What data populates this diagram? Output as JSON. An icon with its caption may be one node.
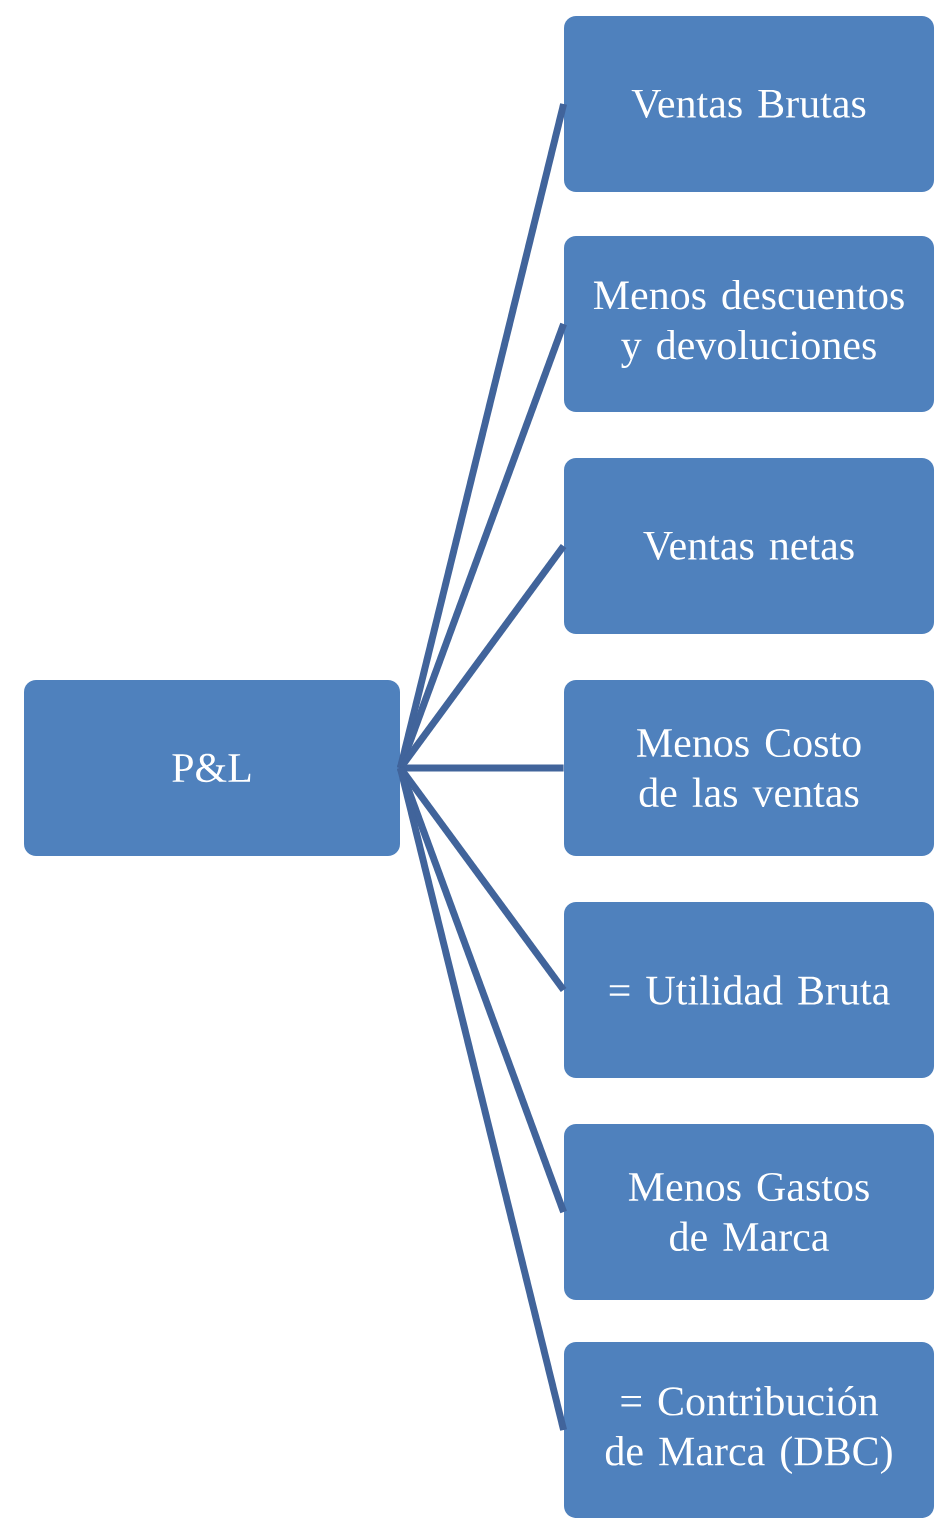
{
  "diagram": {
    "nodes": [
      {
        "text": [
          "P&L"
        ]
      },
      {
        "text": [
          "Ventas Brutas"
        ]
      },
      {
        "text": [
          "Menos descuentos y devoluciones"
        ]
      },
      {
        "text": [
          "Ventas netas"
        ]
      },
      {
        "text": [
          "Menos Costo de las ventas"
        ]
      },
      {
        "text": [
          "= Utilidad Bruta"
        ]
      },
      {
        "text": [
          "Menos Gastos de Marca"
        ]
      },
      {
        "text": [
          "= Contribución de Marca (DBC)"
        ]
      }
    ],
    "edges": [
      {
        "from": 0,
        "to": 1,
        "arrow": "none"
      },
      {
        "from": 0,
        "to": 2,
        "arrow": "none"
      },
      {
        "from": 0,
        "to": 3,
        "arrow": "none"
      },
      {
        "from": 0,
        "to": 4,
        "arrow": "none"
      },
      {
        "from": 0,
        "to": 5,
        "arrow": "none"
      },
      {
        "from": 0,
        "to": 6,
        "arrow": "none"
      },
      {
        "from": 0,
        "to": 7,
        "arrow": "none"
      }
    ]
  }
}
